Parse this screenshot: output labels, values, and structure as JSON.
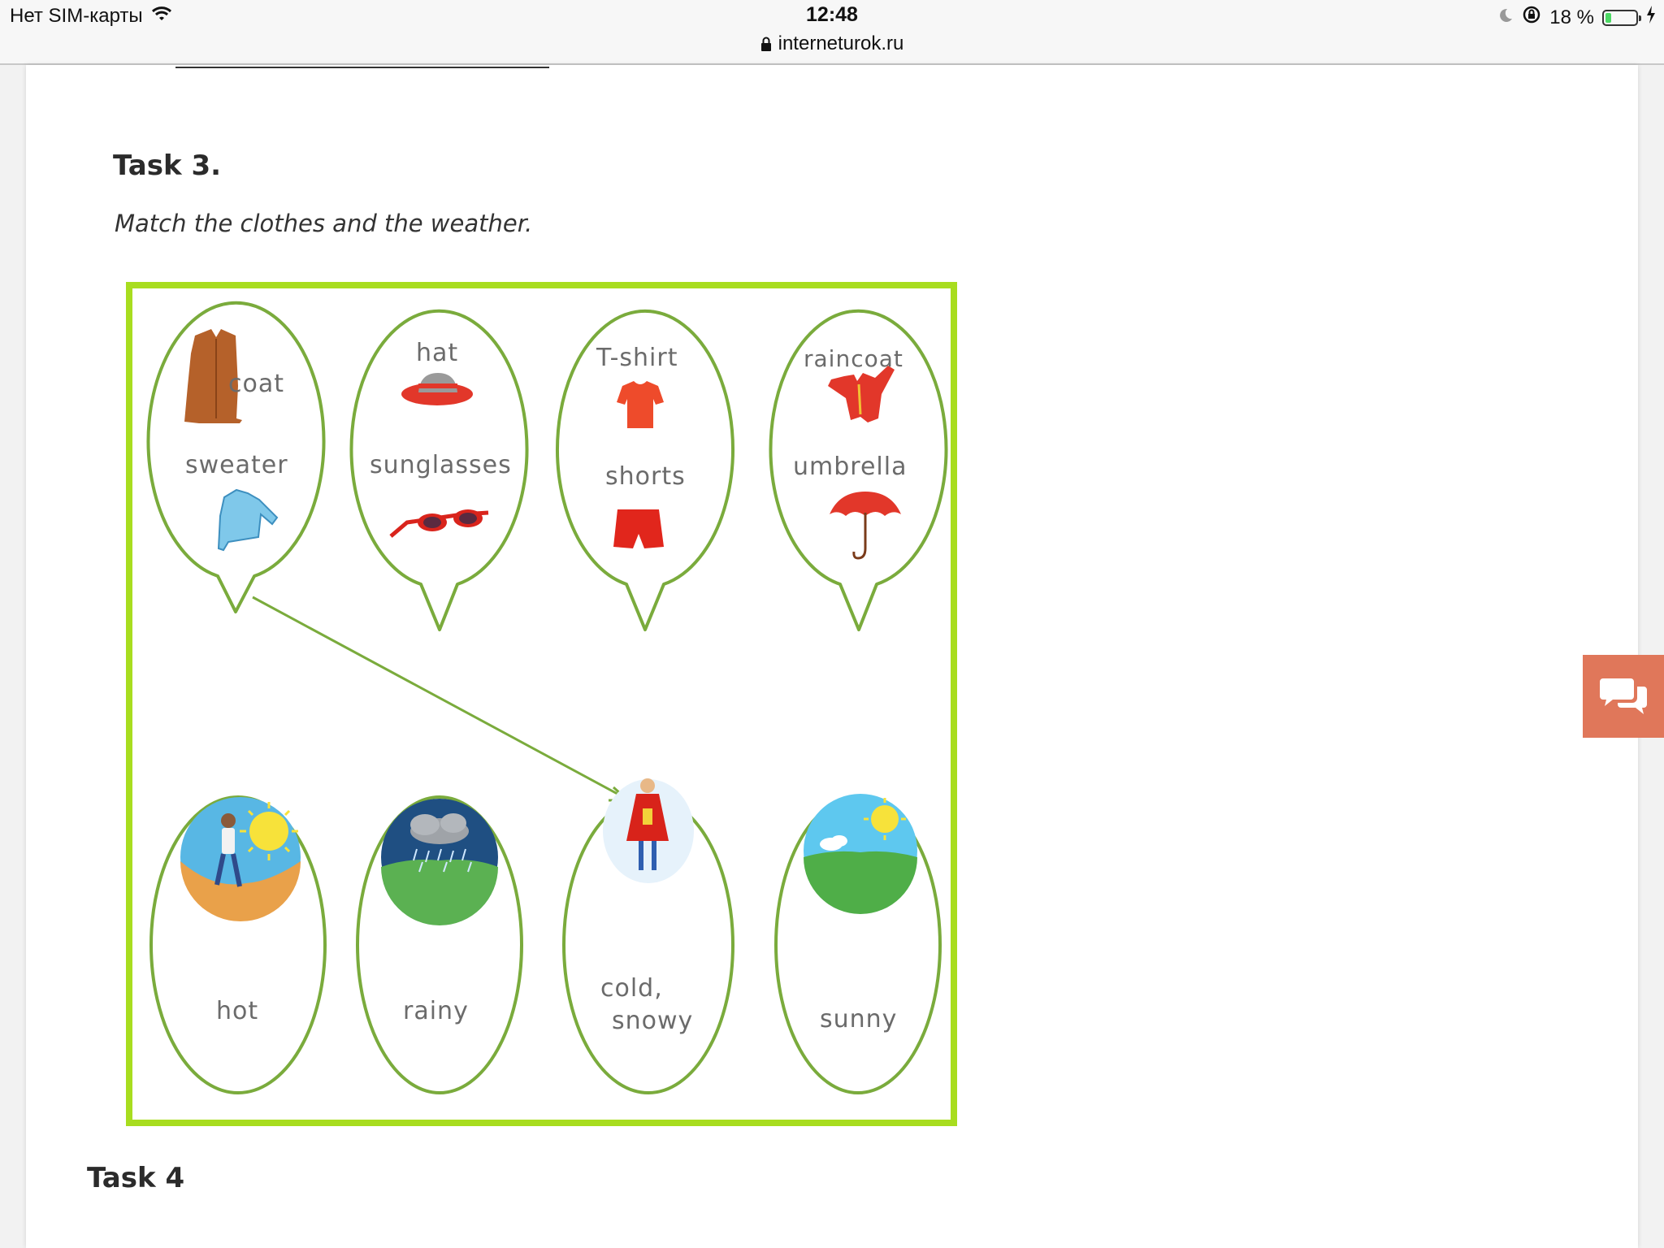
{
  "status_bar": {
    "carrier": "Нет SIM-карты",
    "time": "12:48",
    "url": "interneturok.ru",
    "battery_text": "18 %",
    "battery_level": 0.18
  },
  "page": {
    "task_title": "Task 3.",
    "instruction": "Match the clothes and the weather.",
    "next_task_title": "Task 4"
  },
  "clothes_groups": [
    {
      "items": [
        "coat",
        "sweater"
      ]
    },
    {
      "items": [
        "hat",
        "sunglasses"
      ]
    },
    {
      "items": [
        "T-shirt",
        "shorts"
      ]
    },
    {
      "items": [
        "raincoat",
        "umbrella"
      ]
    }
  ],
  "weather": [
    {
      "label": "hot"
    },
    {
      "label": "rainy"
    },
    {
      "label_line1": "cold,",
      "label_line2": "snowy"
    },
    {
      "label": "sunny"
    }
  ],
  "colors": {
    "frame": "#a8dd1f",
    "bubble_outline": "#7aab3c",
    "label_text": "#6b6b6b",
    "chat_button": "#e0775a"
  },
  "icons": [
    "wifi-icon",
    "lock-icon",
    "moon-icon",
    "rotation-lock-icon",
    "battery-icon",
    "charging-icon",
    "chat-icon"
  ]
}
